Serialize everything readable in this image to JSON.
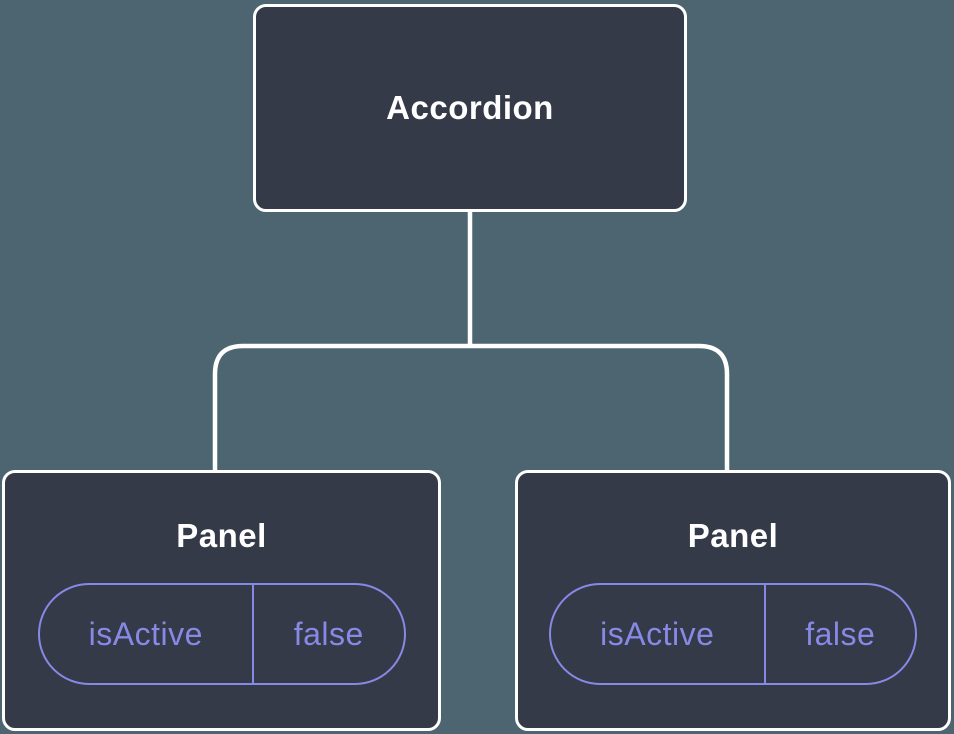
{
  "tree": {
    "root": {
      "label": "Accordion"
    },
    "children": [
      {
        "label": "Panel",
        "prop": {
          "name": "isActive",
          "value": "false"
        }
      },
      {
        "label": "Panel",
        "prop": {
          "name": "isActive",
          "value": "false"
        }
      }
    ]
  },
  "colors": {
    "background": "#4C6570",
    "node_fill": "#343A47",
    "node_border": "#FFFFFF",
    "connector_line": "#FFFFFF",
    "node_label_text": "#FFFFFF",
    "prop_accent": "#8789E6"
  }
}
